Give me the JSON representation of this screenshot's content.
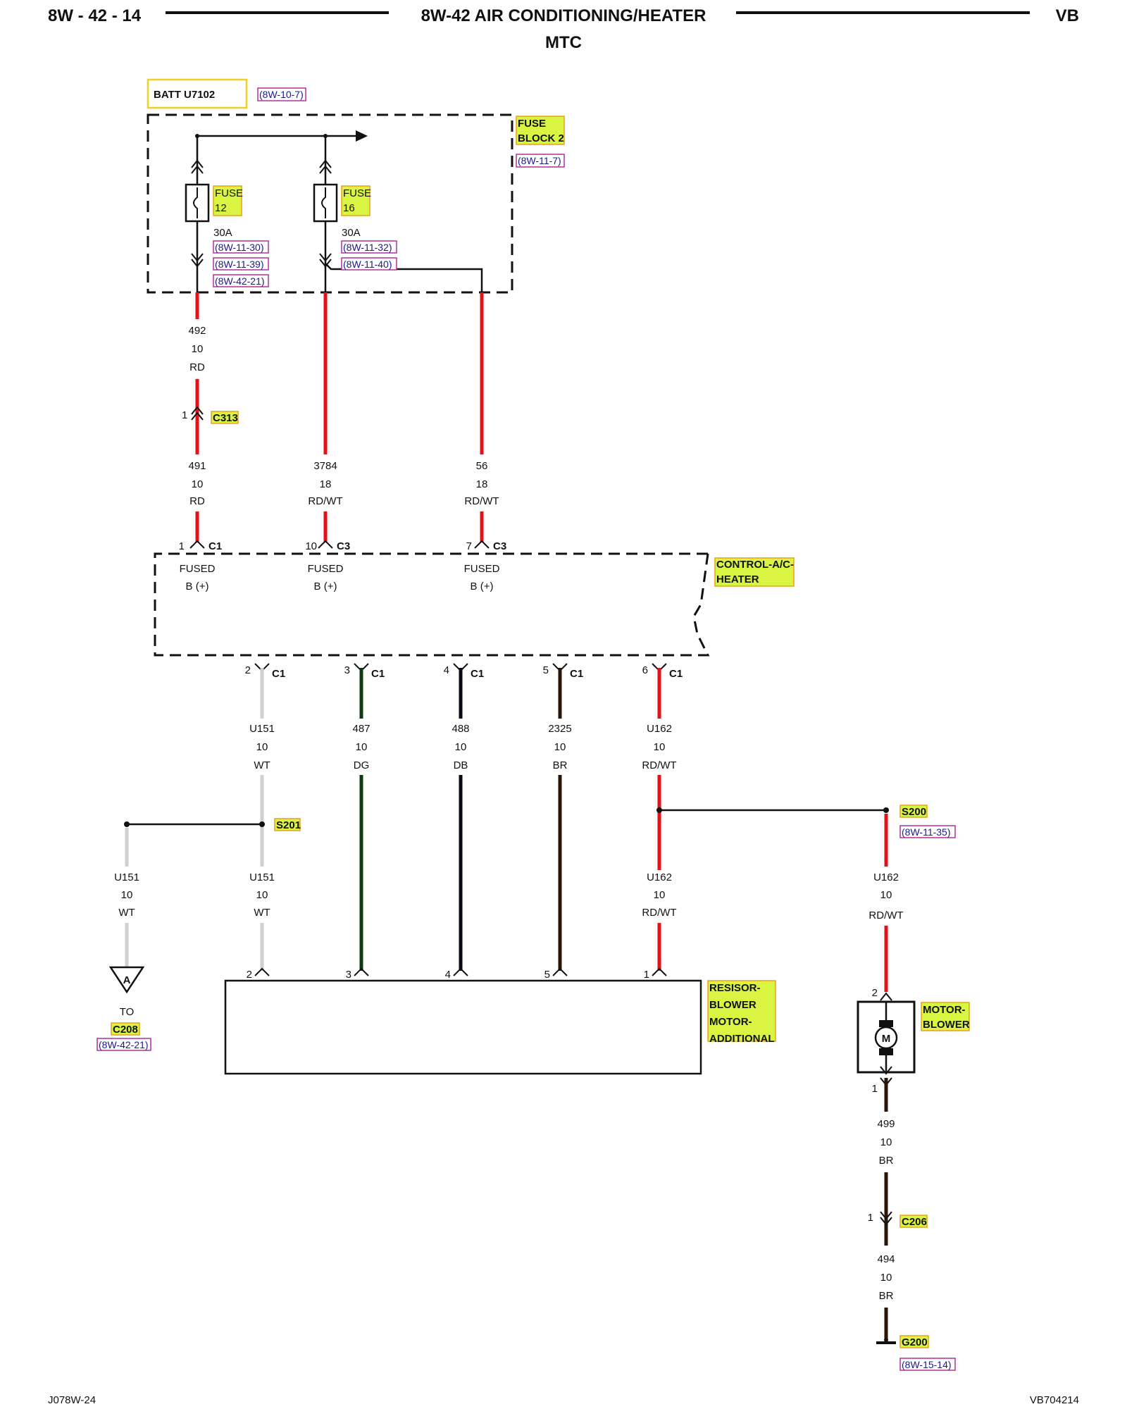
{
  "header": {
    "page_code": "8W - 42 - 14",
    "title": "8W-42 AIR CONDITIONING/HEATER",
    "subtitle": "MTC",
    "model": "VB"
  },
  "footer": {
    "left": "J078W-24",
    "right": "VB704214"
  },
  "batt": {
    "label": "BATT U7102",
    "ref": "(8W-10-7)"
  },
  "fuse_block": {
    "line1": "FUSE",
    "line2": "BLOCK 2",
    "ref": "(8W-11-7)"
  },
  "fuse12": {
    "word": "FUSE",
    "num": "12",
    "rating": "30A",
    "refs": [
      "(8W-11-30)",
      "(8W-11-39)",
      "(8W-42-21)"
    ]
  },
  "fuse16": {
    "word": "FUSE",
    "num": "16",
    "rating": "30A",
    "refs": [
      "(8W-11-32)",
      "(8W-11-40)"
    ]
  },
  "wire492": {
    "circuit": "492",
    "gauge": "10",
    "color": "RD"
  },
  "c313": {
    "pin": "1",
    "name": "C313"
  },
  "wire491": {
    "circuit": "491",
    "gauge": "10",
    "color": "RD"
  },
  "wire3784": {
    "circuit": "3784",
    "gauge": "18",
    "color": "RD/WT"
  },
  "wire56": {
    "circuit": "56",
    "gauge": "18",
    "color": "RD/WT"
  },
  "module": {
    "line1": "CONTROL-A/C-",
    "line2": "HEATER",
    "inputs": [
      {
        "pin": "1",
        "conn": "C1",
        "l1": "FUSED",
        "l2": "B (+)"
      },
      {
        "pin": "10",
        "conn": "C3",
        "l1": "FUSED",
        "l2": "B (+)"
      },
      {
        "pin": "7",
        "conn": "C3",
        "l1": "FUSED",
        "l2": "B (+)"
      }
    ],
    "outputs": [
      {
        "pin": "2",
        "conn": "C1"
      },
      {
        "pin": "3",
        "conn": "C1"
      },
      {
        "pin": "4",
        "conn": "C1"
      },
      {
        "pin": "5",
        "conn": "C1"
      },
      {
        "pin": "6",
        "conn": "C1"
      }
    ]
  },
  "out_wires": [
    {
      "circuit": "U151",
      "gauge": "10",
      "color": "WT",
      "hex": "#cfcfcf"
    },
    {
      "circuit": "487",
      "gauge": "10",
      "color": "DG",
      "hex": "#0e3a10"
    },
    {
      "circuit": "488",
      "gauge": "10",
      "color": "DB",
      "hex": "#0a0a18"
    },
    {
      "circuit": "2325",
      "gauge": "10",
      "color": "BR",
      "hex": "#2a1606"
    },
    {
      "circuit": "U162",
      "gauge": "10",
      "color": "RD/WT",
      "hex": "#e0121a"
    }
  ],
  "s201": {
    "name": "S201"
  },
  "s200": {
    "name": "S200",
    "ref": "(8W-11-35)"
  },
  "wire_u151_left": {
    "circuit": "U151",
    "gauge": "10",
    "color": "WT"
  },
  "wire_u151_mid": {
    "circuit": "U151",
    "gauge": "10",
    "color": "WT"
  },
  "wire_u162_mid": {
    "circuit": "U162",
    "gauge": "10",
    "color": "RD/WT"
  },
  "wire_u162_right": {
    "circuit": "U162",
    "gauge": "10",
    "color": "RD/WT"
  },
  "c208": {
    "letter": "A",
    "to": "TO",
    "name": "C208",
    "ref": "(8W-42-21)"
  },
  "resistor": {
    "lines": [
      "RESISOR-",
      "BLOWER",
      "MOTOR-",
      "ADDITIONAL"
    ],
    "pins": [
      "2",
      "3",
      "4",
      "5",
      "1"
    ]
  },
  "motor": {
    "lines": [
      "MOTOR-",
      "BLOWER"
    ],
    "symbol": "M",
    "pin_top": "2",
    "pin_bottom": "1"
  },
  "wire499": {
    "circuit": "499",
    "gauge": "10",
    "color": "BR"
  },
  "c206": {
    "pin": "1",
    "name": "C206"
  },
  "wire494": {
    "circuit": "494",
    "gauge": "10",
    "color": "BR"
  },
  "g200": {
    "name": "G200",
    "ref": "(8W-15-14)"
  },
  "colors": {
    "red": "#e0121a",
    "white": "#cfcfcf",
    "dark_green": "#0e3a10",
    "dark_blue": "#0a0a18",
    "brown": "#2a1606",
    "highlight": "#d9f542"
  }
}
